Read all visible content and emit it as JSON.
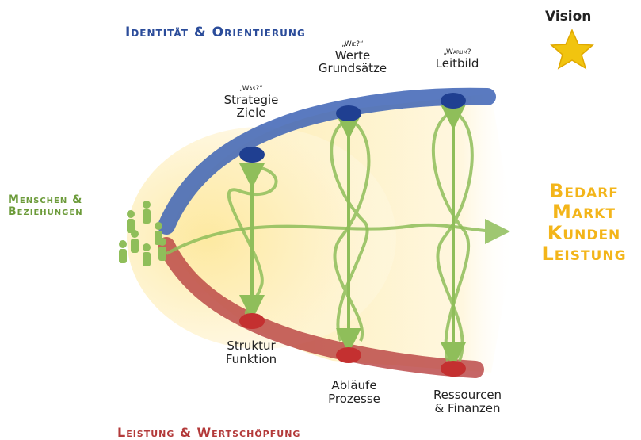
{
  "vision": "Vision",
  "top_title": "Identität & Orientierung",
  "bottom_title": "Leistung & Wertschöpfung",
  "left_title": [
    "Menschen &",
    "Beziehungen"
  ],
  "right_title": [
    "Bedarf",
    "Markt",
    "Kunden",
    "Leistung"
  ],
  "top_nodes": [
    {
      "question": "„Was?“",
      "lines": [
        "Strategie",
        "Ziele"
      ]
    },
    {
      "question": "„Wie?“",
      "lines": [
        "Werte",
        "Grundsätze"
      ]
    },
    {
      "question": "„Warum?",
      "lines": [
        "Leitbild"
      ]
    }
  ],
  "bottom_nodes": [
    {
      "lines": [
        "Struktur",
        "Funktion"
      ]
    },
    {
      "lines": [
        "Abläufe",
        "Prozesse"
      ]
    },
    {
      "lines": [
        "Ressourcen",
        "& Finanzen"
      ]
    }
  ],
  "colors": {
    "blue": "#3d63b5",
    "red": "#b84040",
    "green": "#8fbe5a",
    "yellow": "#f3b51a",
    "star": "#f1c40f"
  }
}
